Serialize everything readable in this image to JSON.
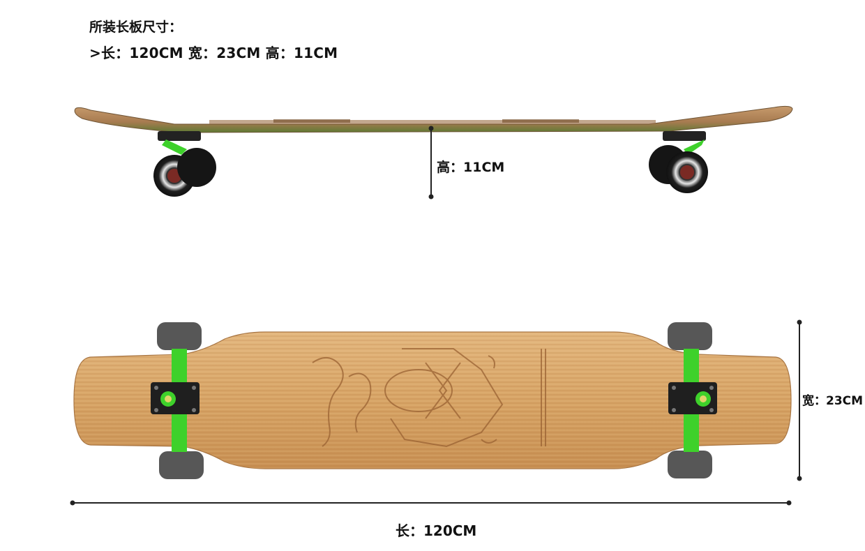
{
  "header": {
    "title": "所装长板尺寸：",
    "specs": ">长：120CM  宽：23CM  高：11CM"
  },
  "dimensions": {
    "height_label": "高：11CM",
    "width_label": "宽：23CM",
    "length_label": "长：120CM"
  },
  "colors": {
    "truck": "#3ed12b",
    "bamboo": "#d9a56a",
    "bamboo_dark": "#b9824a",
    "wheel": "#5a5a5a",
    "dimension_line": "#222222"
  }
}
